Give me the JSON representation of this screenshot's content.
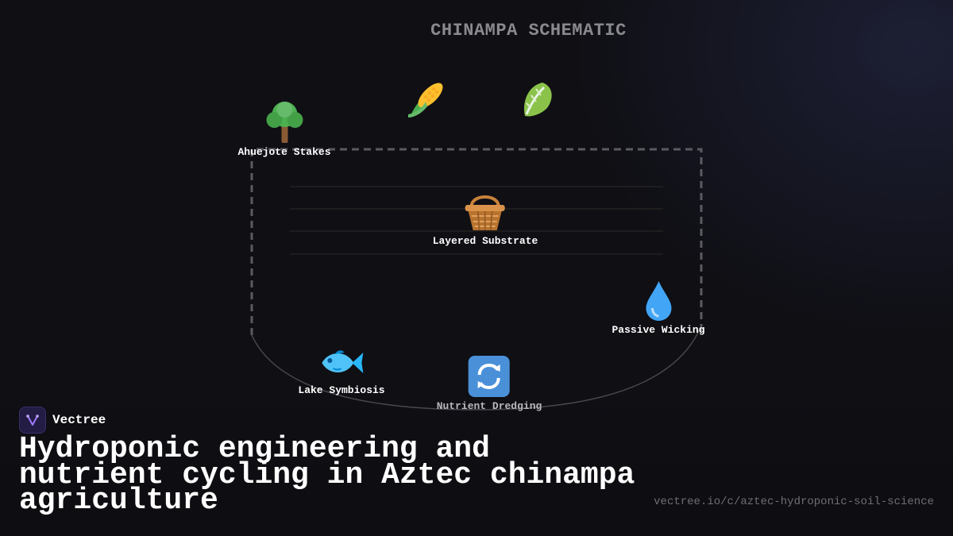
{
  "diagram": {
    "title": "CHINAMPA SCHEMATIC",
    "nodes": {
      "ahuejote": {
        "label": "Ahuejote Stakes",
        "icon": "tree-icon"
      },
      "corn": {
        "label": "",
        "icon": "corn-icon"
      },
      "lettuce": {
        "label": "",
        "icon": "leafy-greens-icon"
      },
      "substrate": {
        "label": "Layered Substrate",
        "icon": "basket-icon"
      },
      "wicking": {
        "label": "Passive Wicking",
        "icon": "water-droplet-icon"
      },
      "lake": {
        "label": "Lake Symbiosis",
        "icon": "fish-icon"
      },
      "dredging": {
        "label": "Nutrient Dredging",
        "icon": "cycle-arrows-icon"
      }
    }
  },
  "brand": {
    "name": "Vectree"
  },
  "headline": "Hydroponic engineering and nutrient cycling in Aztec chinampa agriculture",
  "source_url": "vectree.io/c/aztec-hydroponic-soil-science",
  "colors": {
    "background": "#0f0f14",
    "title": "#8a8a8e",
    "outline": "#55555a",
    "accent": "#7c5cff"
  }
}
